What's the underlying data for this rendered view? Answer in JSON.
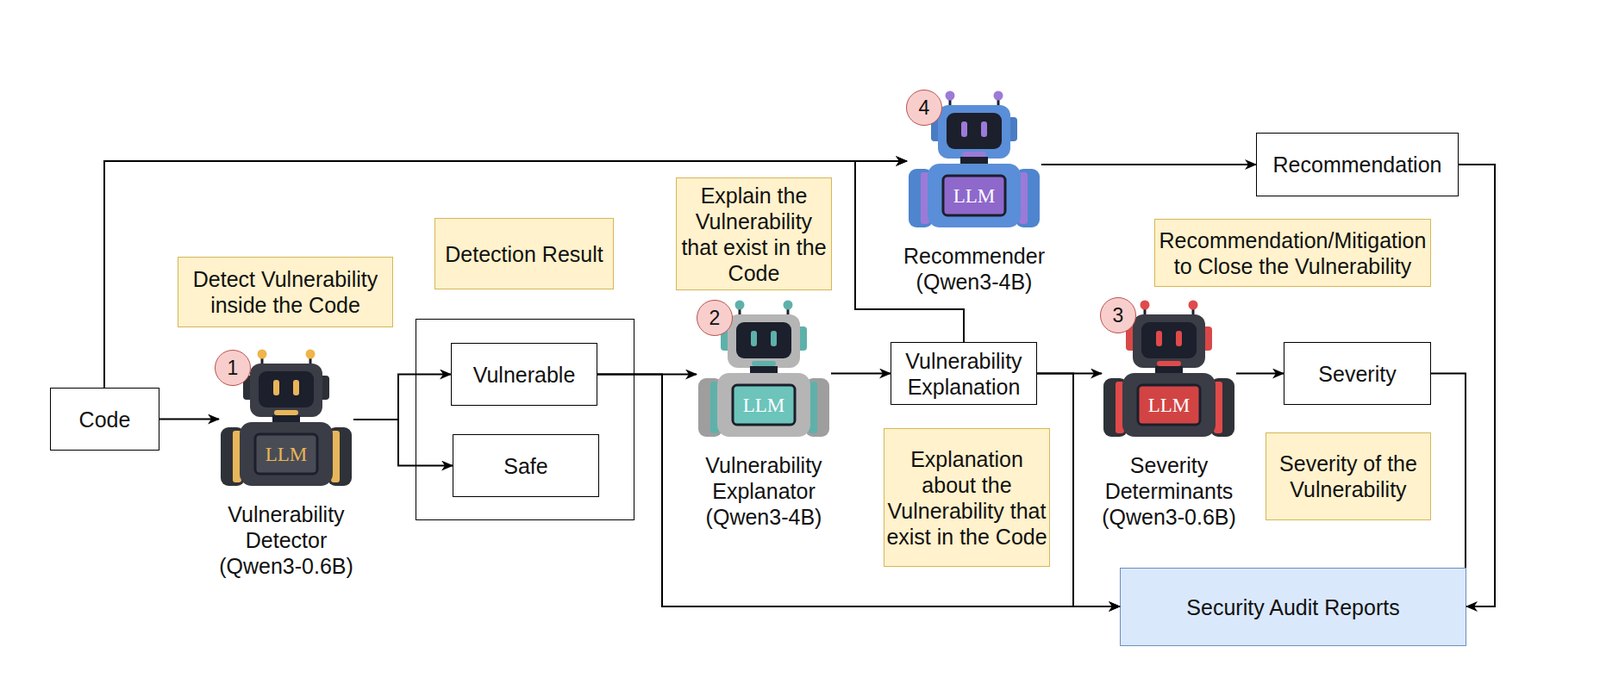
{
  "diagram": {
    "nodes": [
      {
        "text": [
          "Code"
        ]
      },
      {
        "text": [
          "Detect Vulnerability inside the Code"
        ]
      },
      {
        "text": [
          "LLM",
          "Vulnerability Detector (Qwen3-0.6B)"
        ]
      },
      {
        "text": [
          "Detection Result"
        ]
      },
      {
        "text": [
          "Vulnerable"
        ],
        "in": 3
      },
      {
        "text": [
          "Safe"
        ],
        "in": 3
      },
      {
        "text": [
          "Explain the Vulnerability that exist in the Code"
        ]
      },
      {
        "text": [
          "LLM",
          "Vulnerability Explanator (Qwen3-4B)"
        ]
      },
      {
        "text": [
          "LLM",
          "Recommender (Qwen3-4B)"
        ]
      },
      {
        "text": [
          "Recommendation"
        ]
      },
      {
        "text": [
          "Vulnerability Explanation"
        ]
      },
      {
        "text": [
          "Explanation about the Vulnerability that exist in the Code"
        ]
      },
      {
        "text": [
          "Recommendation/Mitigation to Close the Vulnerability"
        ]
      },
      {
        "text": [
          "LLM",
          "Severity Determinants (Qwen3-0.6B)"
        ]
      },
      {
        "text": [
          "Severity"
        ]
      },
      {
        "text": [
          "Severity of the Vulnerability"
        ]
      },
      {
        "text": [
          "Security Audit Reports"
        ]
      }
    ],
    "edges": [
      {
        "from": 0,
        "to": 2,
        "arrow": "to"
      },
      {
        "from": 2,
        "to": 4,
        "arrow": "to"
      },
      {
        "from": 2,
        "to": 5,
        "arrow": "to"
      },
      {
        "from": 4,
        "to": 7,
        "arrow": "to"
      },
      {
        "from": 4,
        "to": 16,
        "arrow": "to"
      },
      {
        "from": 7,
        "to": 10,
        "arrow": "to"
      },
      {
        "from": 10,
        "to": 13,
        "arrow": "to"
      },
      {
        "from": 10,
        "to": 16,
        "arrow": "to"
      },
      {
        "from": 0,
        "to": 8,
        "arrow": "to"
      },
      {
        "from": 10,
        "to": 8,
        "arrow": "to"
      },
      {
        "from": 8,
        "to": 9,
        "arrow": "to"
      },
      {
        "from": 9,
        "to": 16,
        "arrow": "to"
      },
      {
        "from": 13,
        "to": 14,
        "arrow": "to"
      },
      {
        "from": 14,
        "to": 16,
        "arrow": "none"
      }
    ],
    "labels": [
      "1",
      "2",
      "3",
      "4"
    ]
  }
}
